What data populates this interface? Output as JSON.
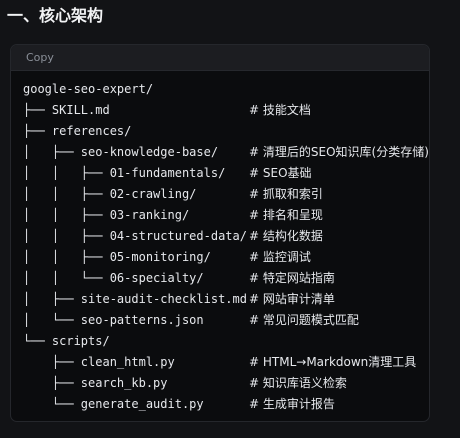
{
  "heading": "一、核心架构",
  "code_block": {
    "copy_label": "Copy",
    "lines": [
      {
        "tree": "google-seo-expert/",
        "comment": ""
      },
      {
        "tree": "├── SKILL.md",
        "comment": "# 技能文档"
      },
      {
        "tree": "├── references/",
        "comment": ""
      },
      {
        "tree": "│   ├── seo-knowledge-base/",
        "comment": "# 清理后的SEO知识库(分类存储)"
      },
      {
        "tree": "│   │   ├── 01-fundamentals/",
        "comment": "# SEO基础"
      },
      {
        "tree": "│   │   ├── 02-crawling/",
        "comment": "# 抓取和索引"
      },
      {
        "tree": "│   │   ├── 03-ranking/",
        "comment": "# 排名和呈现"
      },
      {
        "tree": "│   │   ├── 04-structured-data/",
        "comment": "# 结构化数据"
      },
      {
        "tree": "│   │   ├── 05-monitoring/",
        "comment": "# 监控调试"
      },
      {
        "tree": "│   │   └── 06-specialty/",
        "comment": "# 特定网站指南"
      },
      {
        "tree": "│   ├── site-audit-checklist.md",
        "comment": "# 网站审计清单"
      },
      {
        "tree": "│   └── seo-patterns.json",
        "comment": "# 常见问题模式匹配"
      },
      {
        "tree": "└── scripts/",
        "comment": ""
      },
      {
        "tree": "    ├── clean_html.py",
        "comment": "# HTML→Markdown清理工具"
      },
      {
        "tree": "    ├── search_kb.py",
        "comment": "# 知识库语义检索"
      },
      {
        "tree": "    └── generate_audit.py",
        "comment": "# 生成审计报告"
      }
    ]
  }
}
